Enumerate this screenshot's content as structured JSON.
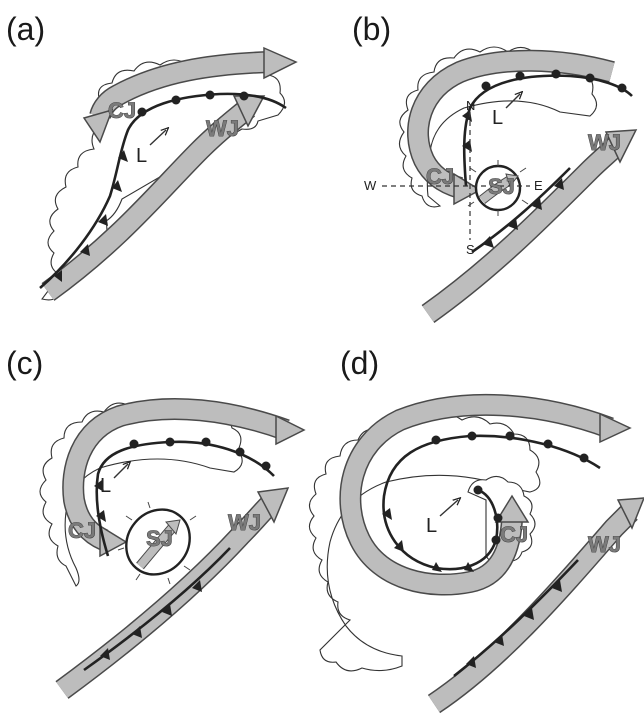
{
  "panels": [
    {
      "id": "a",
      "label": "(a)",
      "jets": [
        "CJ",
        "WJ"
      ],
      "low": "L"
    },
    {
      "id": "b",
      "label": "(b)",
      "jets": [
        "CJ",
        "SJ",
        "WJ"
      ],
      "low": "L",
      "compass": {
        "n": "N",
        "s": "S",
        "e": "E",
        "w": "W"
      }
    },
    {
      "id": "c",
      "label": "(c)",
      "jets": [
        "CJ",
        "SJ",
        "WJ"
      ],
      "low": "L"
    },
    {
      "id": "d",
      "label": "(d)",
      "jets": [
        "CJ",
        "WJ"
      ],
      "low": "L"
    }
  ],
  "colors": {
    "jet_fill": "#bdbdbd",
    "jet_edge": "#4a4a4a",
    "front": "#222222"
  }
}
